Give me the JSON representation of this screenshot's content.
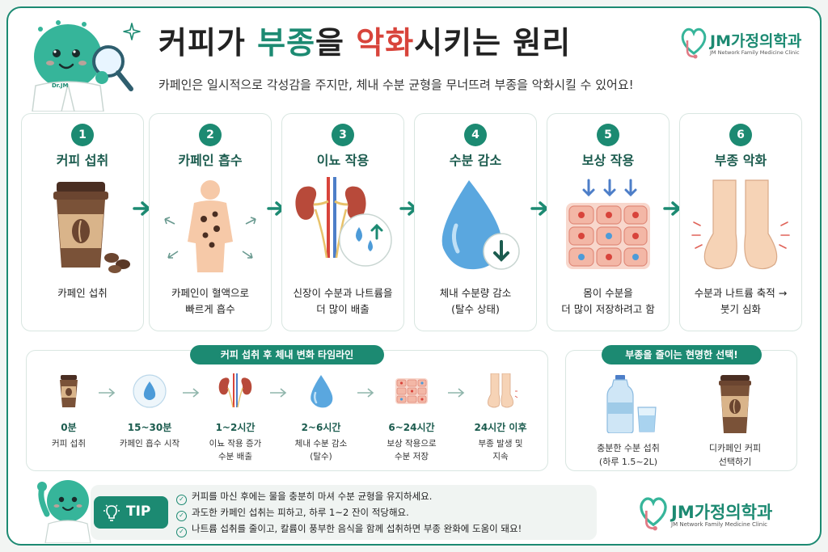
{
  "header": {
    "title_part1": "커피가 ",
    "title_part2": "부종",
    "title_part3": "을 ",
    "title_part4": "악화",
    "title_part5": "시키는 원리",
    "subtitle": "카페인은 일시적으로 각성감을 주지만, 체내 수분 균형을 무너뜨려 부종을 악화시킬 수 있어요!",
    "mascot_badge": "Dr.JM"
  },
  "logo": {
    "name_en": "JM",
    "name_ko": "가정의학과",
    "sub": "JM Network Family Medicine Clinic"
  },
  "steps": [
    {
      "num": "1",
      "title": "커피 섭취",
      "desc": "카페인 섭취",
      "icon": "coffee-cup-icon"
    },
    {
      "num": "2",
      "title": "카페인 흡수",
      "desc": "카페인이 혈액으로\n빠르게 흡수",
      "icon": "body-absorption-icon"
    },
    {
      "num": "3",
      "title": "이뇨 작용",
      "desc": "신장이 수분과 나트륨을\n더 많이 배출",
      "icon": "kidney-icon"
    },
    {
      "num": "4",
      "title": "수분 감소",
      "desc": "체내 수분량 감소\n(탈수 상태)",
      "icon": "water-drop-icon"
    },
    {
      "num": "5",
      "title": "보상 작용",
      "desc": "몸이 수분을\n더 많이 저장하려고 함",
      "icon": "cells-icon"
    },
    {
      "num": "6",
      "title": "부종 악화",
      "desc": "수분과 나트륨 축적 →\n붓기 심화",
      "icon": "swollen-feet-icon"
    }
  ],
  "timeline": {
    "title": "커피 섭취 후 체내 변화 타임라인",
    "items": [
      {
        "time": "0분",
        "desc": "커피 섭취"
      },
      {
        "time": "15~30분",
        "desc": "카페인 흡수 시작"
      },
      {
        "time": "1~2시간",
        "desc": "이뇨 작용 증가\n수분 배출"
      },
      {
        "time": "2~6시간",
        "desc": "체내 수분 감소\n(탈수)"
      },
      {
        "time": "6~24시간",
        "desc": "보상 작용으로\n수분 저장"
      },
      {
        "time": "24시간 이후",
        "desc": "부종 발생 및\n지속"
      }
    ]
  },
  "prevention": {
    "title": "부종을 줄이는 현명한 선택!",
    "items": [
      {
        "desc": "충분한 수분 섭취\n(하루 1.5~2L)"
      },
      {
        "desc": "디카페인 커피\n선택하기"
      }
    ]
  },
  "tip": {
    "label": "TIP",
    "lines": [
      "커피를 마신 후에는 물을 충분히 마셔 수분 균형을 유지하세요.",
      "과도한 카페인 섭취는 피하고, 하루 1~2 잔이 적당해요.",
      "나트륨 섭취를 줄이고, 칼륨이 풍부한 음식을 함께 섭취하면 부종 완화에 도움이 돼요!"
    ]
  },
  "colors": {
    "teal": "#1c8a72",
    "red": "#d8443b",
    "drop_blue": "#4d9bd8",
    "coffee_brown": "#6b4530"
  }
}
